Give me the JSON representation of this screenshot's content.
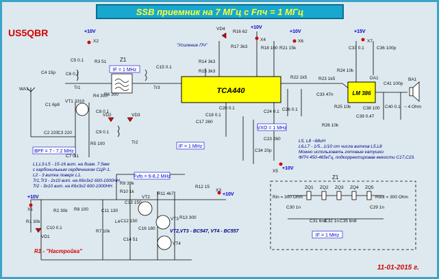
{
  "title": "SSB приемник на 7 МГц с Fпч = 1 МГц",
  "callsign": "US5QBR",
  "date": "11-01-2015 г.",
  "chips": {
    "main": "TCA440",
    "audio": "LM 386",
    "audio_ref": "DA1"
  },
  "blocks": {
    "if_top": "IF = 1 MHz",
    "if_mid": "IF = 1 MHz",
    "if_filter": "IF = 1 MHz",
    "bpf": "BPF = 7 - 7.2 MHz",
    "vxo": "VXO = 1 MHz",
    "fvfo": "Fvfo = 6-8.2 MHz",
    "agc": "\"Усиление ПЧ\"",
    "tune": "R1 - \"Настройка\""
  },
  "supply": {
    "v10": "+10V",
    "v15": "+15V"
  },
  "notes": {
    "coils": [
      "L1,L3-L5 - 15-16 вит. на диам. 7.5мм",
      "с карбонильным сердечником СЦР-1.",
      "L2 - 3 витка поверх L1.",
      "Tr1,Tr3 - 2x10 вит. на К6х3х2 600-1000НН.",
      "Tr2 - 3x10 вит. на К6х3х2 600-1000НН."
    ],
    "if_coils": [
      "L5, L8  ~68uH",
      "L6,L7 - 1/5...1/10 от числа витков  L5,L8",
      "Можно использовать готовые катушки",
      "ФПЧ 450-465кГц, подкорректировав емкости C17,C23."
    ],
    "transistors": "VT2,VT3 - BC547, VT4 - BC557",
    "filter_rin": "Rin = 300 Ohm",
    "filter_rout": "Rout = 300 Ohm",
    "speaker": "~ 4 Ohm"
  },
  "parts": {
    "Z1": "Z1",
    "Z1b": "Z1",
    "VD1": "VD1",
    "VD4": "VD4",
    "VD2": "VD2",
    "VD3": "VD3",
    "VT1": "VT1 3310",
    "VT2": "VT2",
    "VT3": "VT3",
    "VT4": "VT4",
    "Tr1": "Tr1",
    "Tr2": "Tr2",
    "Tr3": "Tr3",
    "X1": "X1",
    "X2": "X2",
    "X3": "X3",
    "X4": "X4",
    "X5": "X5",
    "X6": "X6",
    "X7": "X7",
    "BA1": "BA1",
    "WA1": "WA1",
    "C4": "C4 15p",
    "C5": "C5 0.1",
    "C6": "C6 0.1",
    "C15": "C15 0.1",
    "R3": "R3 51",
    "R4": "R4 300",
    "R6": "R6 300",
    "R16": "R16 62",
    "R17": "R17 3k3",
    "R18": "R18 100",
    "R21": "R21 15k",
    "R22": "R22 1k5",
    "R23": "R23 1k5",
    "R24": "R24 10k",
    "R25": "R25 10k",
    "R26": "R26 10k",
    "C37": "C37 0.1",
    "C36": "C36 100p",
    "C41": "C41 100p",
    "C40": "C40 0.1",
    "C38": "C38 100",
    "C39": "C39 0.47",
    "C33": "C33 47n",
    "C34": "C34 20p",
    "C7": "C7 0.1",
    "C1": "C1 6p8",
    "C2": "C2 220",
    "C3": "C3 220",
    "C8": "C8 0.1",
    "C9": "C9 0.1",
    "R5": "R5 100",
    "C17": "C17 260",
    "C18": "C18 0.1",
    "C20": "C20 0.1",
    "C23": "C23 260",
    "C24": "C24 0.1",
    "C26": "C26 0.1",
    "R14": "R14 3k3",
    "R15": "R15 3k3",
    "R1": "R1 30k",
    "R2": "R2 30k",
    "R7": "R7 10k",
    "R8": "R8 100",
    "R9": "R9 39k",
    "R10": "R10 1k",
    "R11": "R11 4k7",
    "R12": "R12 15",
    "R13": "R13 300",
    "C10": "C10 0.1",
    "C11": "C11 130",
    "C12": "C12 150",
    "C13": "C13 150",
    "C14": "C14 51",
    "C16": "C16 180",
    "L4": "L4",
    "ZQ1": "ZQ1",
    "ZQ2": "ZQ2",
    "ZQ3": "ZQ3",
    "ZQ4": "ZQ4",
    "ZQ5": "ZQ5",
    "C30": "C30 1n",
    "C31": "C31 6n8",
    "C32": "C32 1n",
    "C35": "C35 6n8",
    "C29": "C29 1n"
  }
}
